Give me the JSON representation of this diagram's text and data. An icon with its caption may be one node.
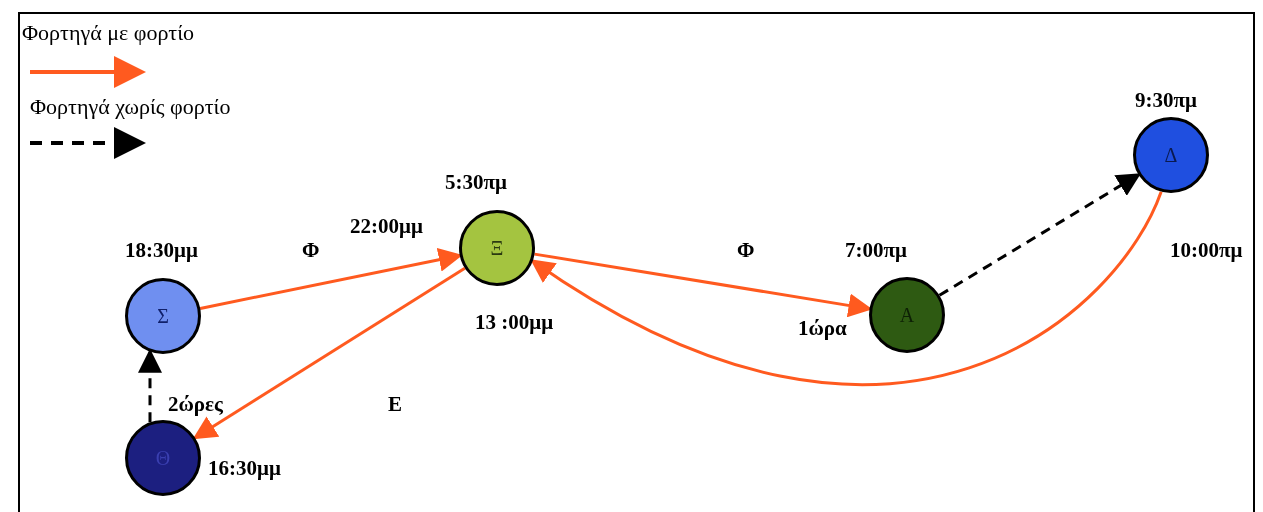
{
  "diagram": {
    "nodes": [
      {
        "text": [
          "Σ"
        ],
        "beside": [
          "18:30μμ"
        ]
      },
      {
        "text": [
          "Ξ"
        ],
        "beside": [
          "5:30πμ",
          "22:00μμ",
          "13 :00μμ"
        ]
      },
      {
        "text": [
          "Α"
        ],
        "beside": [
          "7:00πμ",
          "1ώρα"
        ]
      },
      {
        "text": [
          "Δ"
        ],
        "beside": [
          "9:30πμ",
          "10:00πμ"
        ]
      },
      {
        "text": [
          "Θ"
        ],
        "beside": [
          "16:30μμ",
          "2ώρες"
        ]
      }
    ],
    "edges": [
      {
        "from": 0,
        "to": 1,
        "arrow": "to"
      },
      {
        "from": 1,
        "to": 2,
        "arrow": "to"
      },
      {
        "from": 2,
        "to": 3,
        "arrow": "to",
        "style": "dashed",
        "color": "#000000"
      },
      {
        "from": 3,
        "to": 1,
        "arrow": "to"
      },
      {
        "from": 1,
        "to": 4,
        "arrow": "to"
      },
      {
        "from": 4,
        "to": 0,
        "arrow": "to",
        "style": "dashed",
        "color": "#000000"
      }
    ],
    "labels": [
      "Φ",
      "Φ",
      "Ε"
    ],
    "legend": [
      {
        "text": "Φορτηγά με φορτίο"
      },
      {
        "text": "Φορτηγά χωρίς φορτίο"
      }
    ]
  }
}
